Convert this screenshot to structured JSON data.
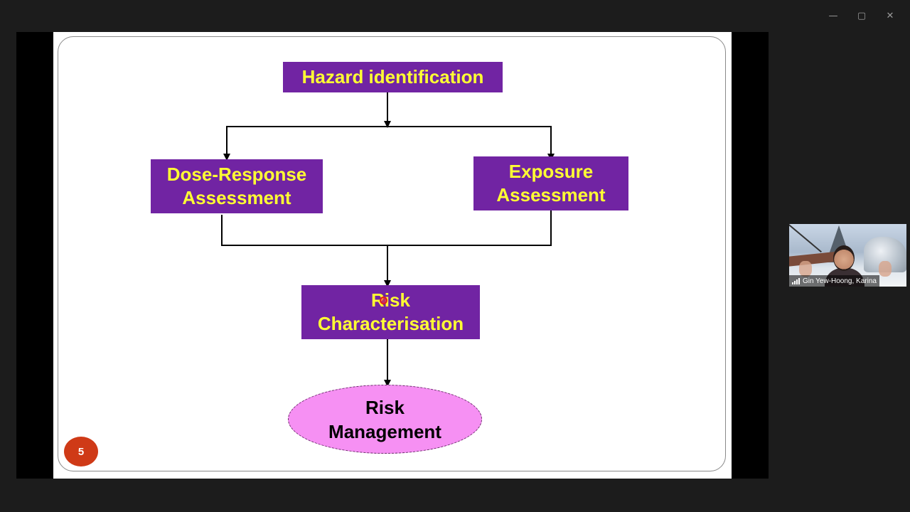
{
  "window": {
    "controls": {
      "minimize": "—",
      "maximize": "▢",
      "close": "✕"
    }
  },
  "slide": {
    "hazard": "Hazard identification",
    "dose_response": [
      "Dose-Response",
      "Assessment"
    ],
    "exposure": [
      "Exposure",
      "Assessment"
    ],
    "risk_char": [
      "Risk",
      "Characterisation"
    ],
    "risk_mgmt": [
      "Risk",
      "Management"
    ],
    "number": "5"
  },
  "colors": {
    "box_fill": "#7124a3",
    "box_text": "#ffff33",
    "ellipse_fill": "#f690f3",
    "slide_number_fill": "#cf3a17"
  },
  "participant": {
    "name": "Gin Yew-Hoong, Karina",
    "signal_icon": "signal-strength-icon"
  }
}
